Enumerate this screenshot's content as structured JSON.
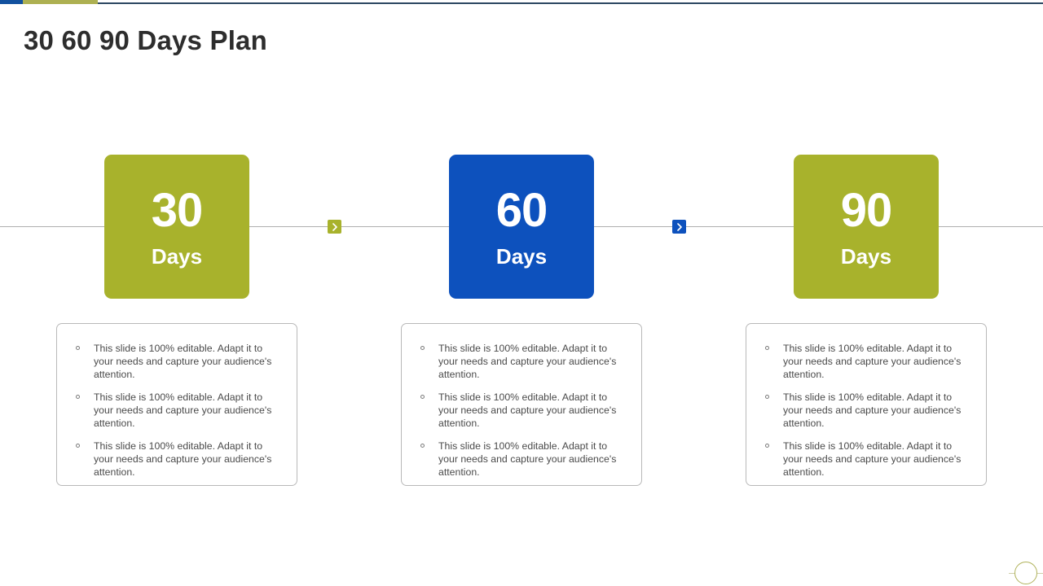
{
  "slide": {
    "title": "30 60 90 Days Plan"
  },
  "topbar": {
    "segment_blue_color": "#12519f",
    "segment_olive_color": "#adb052",
    "rule_color": "#2b4661"
  },
  "theme": {
    "olive": "#a8b22c",
    "blue": "#0d51bd",
    "text_dark": "#2d2d2d",
    "body_text": "#4a4a4a",
    "panel_border": "#b9b9b9",
    "timeline_rule": "#b0b0b0"
  },
  "steps": [
    {
      "number": "30",
      "label": "Days",
      "color_name": "olive"
    },
    {
      "number": "60",
      "label": "Days",
      "color_name": "blue"
    },
    {
      "number": "90",
      "label": "Days",
      "color_name": "olive"
    }
  ],
  "connectors": [
    {
      "icon": "chevron-right-icon",
      "color_name": "olive"
    },
    {
      "icon": "chevron-right-icon",
      "color_name": "blue"
    }
  ],
  "panels": [
    {
      "bullets": [
        "This slide is 100% editable. Adapt it to your needs and capture your audience's attention.",
        "This slide is 100% editable. Adapt it to your needs and capture your audience's attention.",
        "This slide is 100% editable. Adapt it to your needs and capture your audience's attention."
      ]
    },
    {
      "bullets": [
        "This slide is 100% editable. Adapt it to your needs and capture your audience's attention.",
        "This slide is 100% editable. Adapt it to your needs and capture your audience's attention.",
        "This slide is 100% editable. Adapt it to your needs and capture your audience's attention."
      ]
    },
    {
      "bullets": [
        "This slide is 100% editable. Adapt it to your needs and capture your audience's attention.",
        "This slide is 100% editable. Adapt it to your needs and capture your audience's attention.",
        "This slide is 100% editable. Adapt it to your needs and capture your audience's attention."
      ]
    }
  ],
  "decoration": {
    "circle_color": "#b0b25a",
    "rule_color": "#cfcfa8"
  }
}
